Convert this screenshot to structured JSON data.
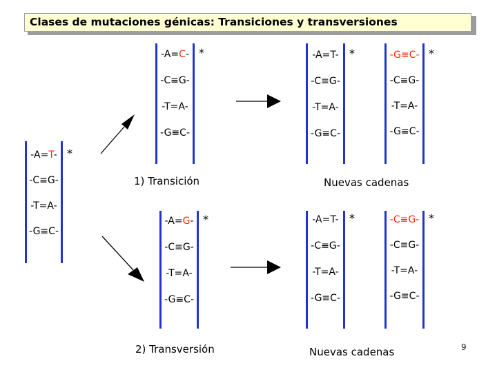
{
  "title": "Clases de mutaciones génicas: Transiciones y transversiones",
  "page_number": "9",
  "labels": {
    "transition": "1) Transición",
    "transversion": "2) Transversión",
    "new_strands_top": "Nuevas cadenas",
    "new_strands_bottom": "Nuevas cadenas"
  },
  "mutation_star": "*",
  "colors": {
    "strand": "#2233cc",
    "mutated_base": "#ff2a00",
    "title_background": "#ffffd2"
  },
  "original": {
    "pairs": [
      {
        "left": "A",
        "bond": "=",
        "right": "T",
        "mutated_side": "right"
      },
      {
        "left": "C",
        "bond": "≡",
        "right": "G"
      },
      {
        "left": "T",
        "bond": "=",
        "right": "A"
      },
      {
        "left": "G",
        "bond": "≡",
        "right": "C"
      }
    ]
  },
  "transition_result": {
    "pairs": [
      {
        "left": "A",
        "bond": "=",
        "right": "C",
        "mutated_side": "right"
      },
      {
        "left": "C",
        "bond": "≡",
        "right": "G"
      },
      {
        "left": "T",
        "bond": "=",
        "right": "A"
      },
      {
        "left": "G",
        "bond": "≡",
        "right": "C"
      }
    ]
  },
  "transition_new_left": {
    "pairs": [
      {
        "left": "A",
        "bond": "=",
        "right": "T"
      },
      {
        "left": "C",
        "bond": "≡",
        "right": "G"
      },
      {
        "left": "T",
        "bond": "=",
        "right": "A"
      },
      {
        "left": "G",
        "bond": "≡",
        "right": "C"
      }
    ]
  },
  "transition_new_right": {
    "pairs": [
      {
        "left": "G",
        "bond": "≡",
        "right": "C",
        "mutated_side": "both"
      },
      {
        "left": "C",
        "bond": "≡",
        "right": "G"
      },
      {
        "left": "T",
        "bond": "=",
        "right": "A"
      },
      {
        "left": "G",
        "bond": "≡",
        "right": "C"
      }
    ]
  },
  "transversion_result": {
    "pairs": [
      {
        "left": "A",
        "bond": "=",
        "right": "G",
        "mutated_side": "right"
      },
      {
        "left": "C",
        "bond": "≡",
        "right": "G"
      },
      {
        "left": "T",
        "bond": "=",
        "right": "A"
      },
      {
        "left": "G",
        "bond": "≡",
        "right": "C"
      }
    ]
  },
  "transversion_new_left": {
    "pairs": [
      {
        "left": "A",
        "bond": "=",
        "right": "T"
      },
      {
        "left": "C",
        "bond": "≡",
        "right": "G"
      },
      {
        "left": "T",
        "bond": "=",
        "right": "A"
      },
      {
        "left": "G",
        "bond": "≡",
        "right": "C"
      }
    ]
  },
  "transversion_new_right": {
    "pairs": [
      {
        "left": "C",
        "bond": "≡",
        "right": "G",
        "mutated_side": "both"
      },
      {
        "left": "C",
        "bond": "≡",
        "right": "G"
      },
      {
        "left": "T",
        "bond": "=",
        "right": "A"
      },
      {
        "left": "G",
        "bond": "≡",
        "right": "C"
      }
    ]
  }
}
